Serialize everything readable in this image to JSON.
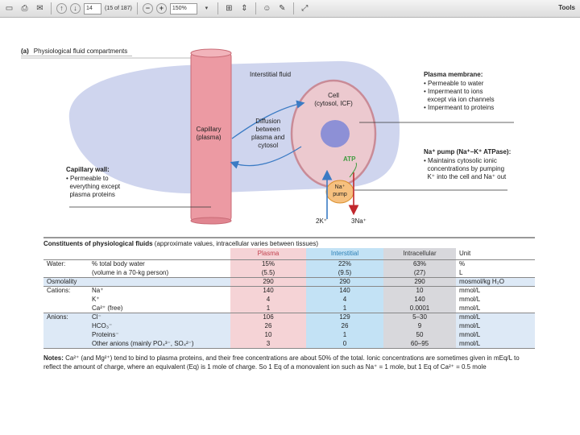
{
  "toolbar": {
    "page_input": "14",
    "page_total": "(15 of 187)",
    "zoom": "150%",
    "tools_label": "Tools"
  },
  "diagram": {
    "panel_letter": "(a)",
    "panel_title": "Physiological fluid compartments",
    "interstitial_label": "Interstitial fluid",
    "capillary_label": "Capillary\n(plasma)",
    "diffusion_label": "Diffusion\nbetween\nplasma and\ncytosol",
    "cell_label": "Cell\n(cytosol, ICF)",
    "atp_label": "ATP",
    "pump_label": "Na⁺\npump",
    "k_label": "2K⁺",
    "na_label": "3Na⁺",
    "plasma_membrane_title": "Plasma membrane:",
    "plasma_membrane_items": "• Permeable to water\n• Impermeant to ions\n  except via ion channels\n• Impermeant to proteins",
    "pump_title": "Na⁺ pump (Na⁺–K⁺ ATPase):",
    "pump_items": "• Maintains cytosolic ionic\n  concentrations by pumping\n  K⁺ into the cell and Na⁺ out",
    "capillary_wall_title": "Capillary wall:",
    "capillary_wall_items": "• Permeable to\n  everything except\n  plasma proteins",
    "colors": {
      "interstitial": "#cfd5ee",
      "capillary": "#ec9aa3",
      "cell": "#ecc9cf",
      "nucleus": "#8d90d6",
      "pump": "#f6c07f",
      "arrow_blue": "#3b7bc4",
      "arrow_red": "#c1272d",
      "atp_green": "#3f9b3f"
    }
  },
  "table": {
    "title_bold": "Constituents of physiological fluids",
    "title_rest": " (approximate values, intracellular varies between tissues)",
    "headers": [
      "",
      "",
      "Plasma",
      "Interstitial",
      "Intracellular",
      "Unit"
    ],
    "rows": [
      [
        "Water:",
        "% total body water",
        "15%",
        "22%",
        "63%",
        "%"
      ],
      [
        "",
        "(volume in a 70-kg person)",
        "(5.5)",
        "(9.5)",
        "(27)",
        "L"
      ],
      [
        "Osmolality",
        "",
        "290",
        "290",
        "290",
        "mosmol/kg H₂O"
      ],
      [
        "Cations:",
        "Na⁺",
        "140",
        "140",
        "10",
        "mmol/L"
      ],
      [
        "",
        "K⁺",
        "4",
        "4",
        "140",
        "mmol/L"
      ],
      [
        "",
        "Ca²⁺ (free)",
        "1",
        "1",
        "0.0001",
        "mmol/L"
      ],
      [
        "Anions:",
        "Cl⁻",
        "106",
        "129",
        "5–30",
        "mmol/L"
      ],
      [
        "",
        "HCO₃⁻",
        "26",
        "26",
        "9",
        "mmol/L"
      ],
      [
        "",
        "Proteins⁻",
        "10",
        "1",
        "50",
        "mmol/L"
      ],
      [
        "",
        "Other anions (mainly PO₄³⁻, SO₄²⁻)",
        "3",
        "0",
        "60–95",
        "mmol/L"
      ]
    ],
    "notes_bold": "Notes:",
    "notes": " Ca²⁺ (and Mg²⁺) tend to bind to plasma proteins, and their free concentrations are about 50% of the total. Ionic concentrations are sometimes given in mEq/L to reflect the amount of charge, where an equivalent (Eq) is 1 mole of charge. So 1 Eq of a monovalent ion such as Na⁺ = 1 mole, but 1 Eq of Ca²⁺ = 0.5 mole"
  }
}
